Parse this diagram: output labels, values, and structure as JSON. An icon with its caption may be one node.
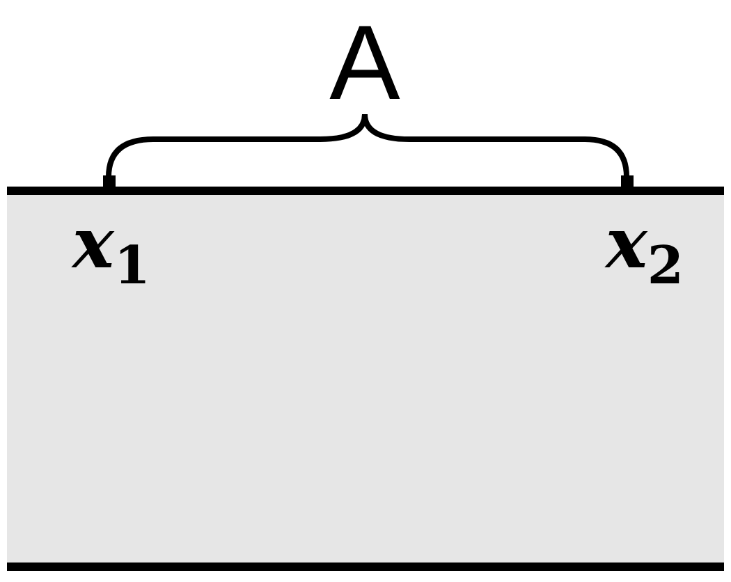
{
  "diagram": {
    "labels": [
      "A",
      "*x*$_{1}$",
      "*x*$_{2}$"
    ]
  }
}
